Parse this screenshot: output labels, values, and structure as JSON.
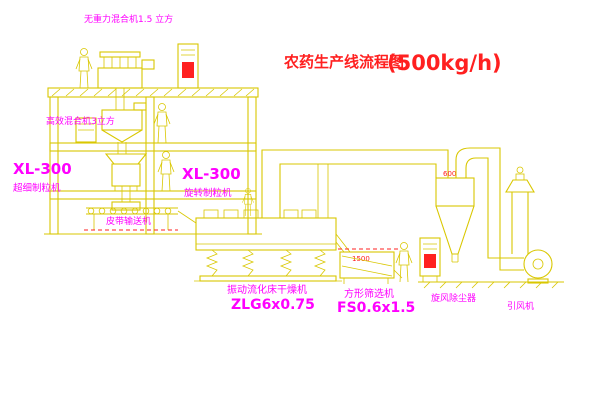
{
  "title": {
    "text": "农药生产线流程图",
    "capacity": "(500kg/h)"
  },
  "labels": {
    "gravity_mixer": "无重力混合机1.5 立方",
    "efficient_mixer": "高效混合机3立方",
    "granulator_left_model": "XL-300",
    "granulator_left_name": "超细制粒机",
    "granulator_center_model": "XL-300",
    "granulator_center_name": "旋转制粒机",
    "belt_conveyor": "皮带输送机",
    "dryer_name": "振动流化床干燥机",
    "dryer_model": "ZLG6x0.75",
    "sieve_name": "方形筛选机",
    "sieve_model": "FS0.6x1.5",
    "cyclone_name": "旋风除尘器",
    "fan_name": "引风机"
  },
  "annotations": {
    "cyclone_dim": "600",
    "sieve_dim": "1500"
  },
  "colors": {
    "machine_line": "#d9c700",
    "label_text": "#ff00ff",
    "title_text": "#ff2020",
    "accent_red": "#ff2020",
    "background": "#ffffff"
  }
}
